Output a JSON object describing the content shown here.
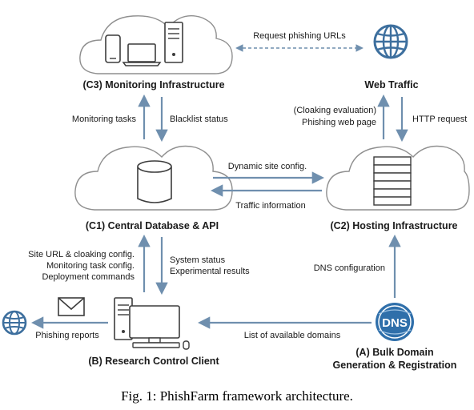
{
  "nodes": {
    "c3": "(C3) Monitoring Infrastructure",
    "web": "Web Traffic",
    "c1": "(C1) Central Database & API",
    "c2": "(C2) Hosting Infrastructure",
    "b": "(B) Research Control Client",
    "a_line1": "(A) Bulk Domain",
    "a_line2": "Generation & Registration"
  },
  "edges": {
    "request_phishing": "Request phishing URLs",
    "monitoring_tasks": "Monitoring tasks",
    "blacklist_status": "Blacklist status",
    "cloaking_eval": "(Cloaking evaluation)",
    "phishing_page": "Phishing web page",
    "http_request": "HTTP request",
    "dynamic_config": "Dynamic site config.",
    "traffic_info": "Traffic information",
    "site_url": "Site URL & cloaking config.",
    "monitoring_task_config": "Monitoring task config.",
    "deploy_commands": "Deployment commands",
    "system_status": "System status",
    "experimental_results": "Experimental results",
    "dns_configuration": "DNS configuration",
    "domain_list": "List of available domains",
    "phishing_reports": "Phishing reports"
  },
  "icons": {
    "dns_badge": "DNS"
  },
  "caption": "Fig. 1: PhishFarm framework architecture.",
  "colors": {
    "arrow": "#6f8fae",
    "globe": "#3d6f9e",
    "dns": "#2f6faa",
    "cloud_stroke": "#8f8f8f"
  }
}
